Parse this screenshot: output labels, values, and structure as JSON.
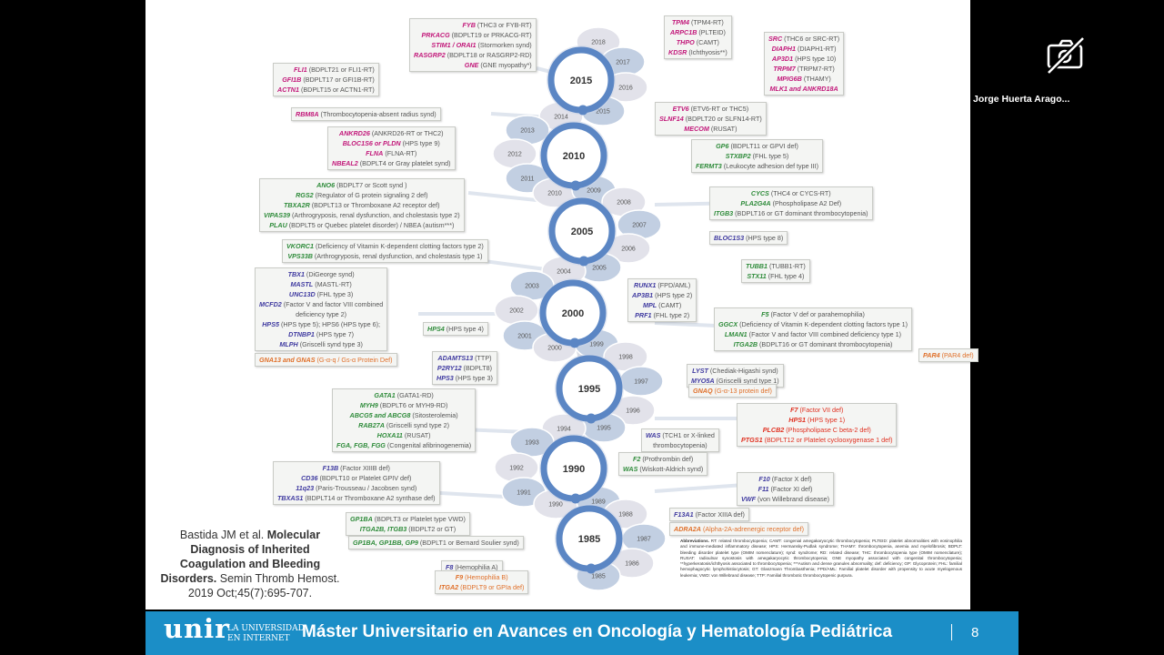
{
  "participant": {
    "name": "Jorge Huerta Arago...",
    "camera_icon": "camera-off-icon"
  },
  "footer": {
    "logo": "unir",
    "logo_sub_1": "LA UNIVERSIDAD",
    "logo_sub_2": "EN INTERNET",
    "title": "Máster Universitario en Avances en Oncología y Hematología Pediátrica",
    "page": "8"
  },
  "citation": {
    "l1a": "Bastida JM et al. ",
    "l1b": "Molecular",
    "l2": "Diagnosis of Inherited",
    "l3": "Coagulation and Bleeding",
    "l4a": "Disorders.",
    "l4b": " Semin Thromb Hemost.",
    "l5": "2019 Oct;45(7):695-707."
  },
  "colors": {
    "pink": "#c2187a",
    "green": "#2e8b3a",
    "blue": "#3f3aa0",
    "orange": "#e0702a",
    "red": "#e03020",
    "footer": "#1b8ec7",
    "node": "#5b86c4",
    "year_bubble": "#b9c8de"
  },
  "timeline": {
    "major": [
      "2015",
      "2010",
      "2005",
      "2000",
      "1995",
      "1990",
      "1985"
    ],
    "minor": [
      "2018",
      "2017",
      "2016",
      "2015",
      "2014",
      "2013",
      "2012",
      "2011",
      "2010",
      "2009",
      "2008",
      "2007",
      "2006",
      "2005",
      "2004",
      "2003",
      "2002",
      "2001",
      "2000",
      "1999",
      "1998",
      "1997",
      "1996",
      "1995",
      "1994",
      "1993",
      "1992",
      "1991",
      "1990",
      "1989",
      "1988",
      "1987",
      "1986",
      "1985"
    ]
  },
  "boxes": [
    {
      "id": "b2015l",
      "color": "pink",
      "align": "r",
      "lines": [
        [
          "FYB",
          " (THC3 or FYB-RT)"
        ],
        [
          "PRKACG",
          " (BDPLT19 or PRKACG-RT)"
        ],
        [
          "STIM1 / ORAI1",
          " (Stormorken synd)"
        ],
        [
          "RASGRP2",
          " (BDPLT18 or RASGRP2-RD)"
        ],
        [
          "GNE",
          " (GNE myopathy*)"
        ]
      ]
    },
    {
      "id": "b2015ll",
      "color": "pink",
      "align": "r",
      "lines": [
        [
          "FLI1",
          " (BDPLT21 or FLI1-RT)"
        ],
        [
          "GFI1B",
          " (BDPLT17 or GFI1B-RT)"
        ],
        [
          "ACTN1",
          " (BDPLT15 or ACTN1-RT)"
        ]
      ]
    },
    {
      "id": "b2015r",
      "color": "pink",
      "align": "c",
      "lines": [
        [
          "TPM4",
          " (TPM4-RT)"
        ],
        [
          "ARPC1B",
          " (PLTEID)"
        ],
        [
          "THPO",
          " (CAMT)"
        ],
        [
          "KDSR",
          " (Ichthyosis**)"
        ]
      ]
    },
    {
      "id": "b2015rr",
      "color": "pink",
      "align": "c",
      "lines": [
        [
          "SRC",
          " (THC6 or SRC-RT)"
        ],
        [
          "DIAPH1",
          " (DIAPH1-RT)"
        ],
        [
          "AP3D1",
          " (HPS type 10)"
        ],
        [
          "TRPM7",
          " (TRPM7-RT)"
        ],
        [
          "MPIG6B",
          " (THAMY)"
        ],
        [
          "MLK1 and ANKRD18A",
          ""
        ]
      ]
    },
    {
      "id": "b2014l",
      "color": "pink",
      "align": "c",
      "lines": [
        [
          "RBM8A",
          " (Thrombocytopenia-absent radius synd)"
        ]
      ]
    },
    {
      "id": "b2014r",
      "color": "pink",
      "align": "c",
      "lines": [
        [
          "ETV6",
          " (ETV6-RT or THC5)"
        ],
        [
          "SLNF14",
          " (BDPLT20 or SLFN14-RT)"
        ],
        [
          "MECOM",
          " (RUSAT)"
        ]
      ]
    },
    {
      "id": "b2010l",
      "color": "pink",
      "align": "c",
      "lines": [
        [
          "ANKRD26",
          " (ANKRD26-RT or THC2)"
        ],
        [
          "BLOC1S6 or PLDN",
          " (HPS type 9)"
        ],
        [
          "FLNA",
          " (FLNA-RT)"
        ],
        [
          "NBEAL2",
          " (BDPLT4 or Gray platelet synd)"
        ]
      ]
    },
    {
      "id": "b2010r",
      "color": "green",
      "align": "c",
      "lines": [
        [
          "GP6",
          " (BDPLT11 or GPVI def)"
        ],
        [
          "STXBP2",
          " (FHL type 5)"
        ],
        [
          "FERMT3",
          " (Leukocyte adhesion def type III)"
        ]
      ]
    },
    {
      "id": "b2008l",
      "color": "green",
      "align": "c",
      "lines": [
        [
          "ANO6",
          " (BDPLT7 or Scott synd )"
        ],
        [
          "RGS2",
          " (Regulator of G protein signaling 2 def)"
        ],
        [
          "TBXA2R",
          " (BDPLT13 or Thromboxane A2 receptor def)"
        ],
        [
          "VIPAS39",
          " (Arthrogryposis, renal dysfunction, and cholestasis type 2)"
        ],
        [
          "PLAU",
          " (BDPLT5 or Quebec platelet disorder) / NBEA (autism***)"
        ]
      ]
    },
    {
      "id": "b2008r",
      "color": "green",
      "align": "c",
      "lines": [
        [
          "CYCS",
          " (THC4 or CYCS-RT)"
        ],
        [
          "PLA2G4A",
          " (Phospholipase A2 Def)"
        ],
        [
          "ITGB3",
          " (BDPLT16 or GT dominant thrombocytopenia)"
        ]
      ]
    },
    {
      "id": "b2005l",
      "color": "green",
      "align": "c",
      "lines": [
        [
          "VKORC1",
          " (Deficiency of Vitamin K-dependent clotting factors type 2)"
        ],
        [
          "VPS33B",
          " (Arthrogryposis, renal dysfunction, and cholestasis type 1)"
        ]
      ]
    },
    {
      "id": "b2006r",
      "color": "blue",
      "align": "c",
      "lines": [
        [
          "BLOC1S3",
          " (HPS type 8)"
        ]
      ]
    },
    {
      "id": "b2004r",
      "color": "green",
      "align": "c",
      "lines": [
        [
          "TUBB1",
          " (TUBB1-RT)"
        ],
        [
          "STX11",
          " (FHL type 4)"
        ]
      ]
    },
    {
      "id": "b2001l",
      "color": "blue",
      "align": "c",
      "lines": [
        [
          "TBX1",
          " (DiGeorge synd)"
        ],
        [
          "MASTL",
          " (MASTL-RT)"
        ],
        [
          "UNC13D",
          " (FHL type 3)"
        ],
        [
          "MCFD2",
          " (Factor V and factor VIII combined"
        ],
        [
          "",
          " deficiency type  2)"
        ],
        [
          "HPS5",
          " (HPS type 5); HPS6 (HPS type 6);"
        ],
        [
          "DTNBP1",
          " (HPS type 7)"
        ],
        [
          "MLPH",
          " (Griscelli synd type 3)"
        ]
      ]
    },
    {
      "id": "b2000l2",
      "color": "orange",
      "align": "c",
      "lines": [
        [
          "GNA13 and GNAS",
          " (G-α-q / Gs-α Protein Def)"
        ]
      ]
    },
    {
      "id": "b2000r",
      "color": "blue",
      "align": "c",
      "lines": [
        [
          "RUNX1",
          " (FPD/AML)"
        ],
        [
          "AP3B1",
          " (HPS type 2)"
        ],
        [
          "MPL",
          " (CAMT)"
        ],
        [
          "PRF1",
          " (FHL type 2)"
        ]
      ]
    },
    {
      "id": "b2000rr",
      "color": "green",
      "align": "c",
      "lines": [
        [
          "F5",
          " (Factor V def or parahemophilia)"
        ],
        [
          "GGCX",
          " (Deficiency of Vitamin K-dependent clotting factors type 1)"
        ],
        [
          "LMAN1",
          " (Factor V and factor VIII combined deficiency type 1)"
        ],
        [
          "ITGA2B",
          " (BDPLT16 or GT dominant thrombocytopenia)"
        ]
      ]
    },
    {
      "id": "b2000rr2",
      "color": "orange",
      "align": "r",
      "lines": [
        [
          "PAR4",
          " (PAR4 def)"
        ]
      ]
    },
    {
      "id": "b1999l",
      "color": "green",
      "align": "c",
      "lines": [
        [
          "HPS4",
          " (HPS type 4)"
        ]
      ]
    },
    {
      "id": "b1997l",
      "color": "blue",
      "align": "c",
      "lines": [
        [
          "ADAMTS13",
          " (TTP)"
        ],
        [
          "P2RY12",
          " (BDPLT8)"
        ],
        [
          "HPS3",
          " (HPS type 3)"
        ]
      ]
    },
    {
      "id": "b1997r",
      "color": "blue",
      "align": "c",
      "lines": [
        [
          "LYST",
          " (Chediak-Higashi synd)"
        ],
        [
          "MYO5A",
          " (Griscelli synd type 1)"
        ]
      ]
    },
    {
      "id": "b1997r2",
      "color": "orange",
      "align": "c",
      "lines": [
        [
          "GNAQ",
          " (G-α-13 protein def)"
        ]
      ]
    },
    {
      "id": "b1994l",
      "color": "green",
      "align": "c",
      "lines": [
        [
          "GATA1",
          " (GATA1-RD)"
        ],
        [
          "MYH9",
          " (BDPLT6 or MYH9-RD)"
        ],
        [
          "ABCG5 and ABCG8",
          " (Sitosterolemia)"
        ],
        [
          "RAB27A",
          " (Griscelli synd type 2)"
        ],
        [
          "HOXA11",
          " (RUSAT)"
        ],
        [
          "FGA, FGB, FGG",
          " (Congenital afibrinogenemia)"
        ]
      ]
    },
    {
      "id": "b1995r",
      "color": "red",
      "align": "c",
      "lines": [
        [
          "F7",
          " (Factor VII def)"
        ],
        [
          "HPS1",
          " (HPS type 1)"
        ],
        [
          "PLCB2",
          " (Phospholipase C beta-2 def)"
        ],
        [
          "PTGS1",
          " (BDPLT12 or Platelet cyclooxygenase 1 def)"
        ]
      ]
    },
    {
      "id": "b1994r",
      "color": "blue",
      "align": "c",
      "lines": [
        [
          "WAS",
          " (TCH1 or X-linked"
        ],
        [
          "",
          " thrombocytopenia)"
        ]
      ]
    },
    {
      "id": "b1992r",
      "color": "green",
      "align": "c",
      "lines": [
        [
          "F2",
          " (Prothrombin def)"
        ],
        [
          "WAS",
          " (Wiskott-Aldrich synd)"
        ]
      ]
    },
    {
      "id": "b1990l",
      "color": "blue",
      "align": "c",
      "lines": [
        [
          "F13B",
          " (Factor XIIIB def)"
        ],
        [
          "CD36",
          " (BDPLT10 or Platelet GPIV def)"
        ],
        [
          "11q23",
          " (Paris-Trousseau / Jacobsen synd)"
        ],
        [
          "TBXAS1",
          " (BDPLT14 or Thromboxane A2 synthase def)"
        ]
      ]
    },
    {
      "id": "b1990r",
      "color": "blue",
      "align": "c",
      "lines": [
        [
          "F10",
          " (Factor X def)"
        ],
        [
          "F11",
          " (Factor XI def)"
        ],
        [
          "VWF",
          " (von Willebrand disease)"
        ]
      ]
    },
    {
      "id": "b1988l",
      "color": "green",
      "align": "c",
      "lines": [
        [
          "GP1BA",
          " (BDPLT3 or Platelet type VWD)"
        ],
        [
          "ITGA2B, ITGB3",
          " (BDPLT2 or GT)"
        ]
      ]
    },
    {
      "id": "b1988r",
      "color": "blue",
      "align": "c",
      "lines": [
        [
          "F13A1",
          " (Factor XIIIA def)"
        ]
      ]
    },
    {
      "id": "b1987r",
      "color": "orange",
      "align": "c",
      "lines": [
        [
          "ADRA2A",
          " (Alpha-2A-adrenergic receptor def)"
        ]
      ]
    },
    {
      "id": "b1986l",
      "color": "green",
      "align": "c",
      "lines": [
        [
          "GP1BA, GP1BB, GP9",
          " (BDPLT1 or Bernard Soulier synd)"
        ]
      ]
    },
    {
      "id": "b1985l",
      "color": "blue",
      "align": "c",
      "lines": [
        [
          "F8",
          " (Hemophilia A)"
        ]
      ]
    },
    {
      "id": "b1985l2",
      "color": "orange",
      "align": "c",
      "lines": [
        [
          "F9",
          " (Hemophilia B)"
        ],
        [
          "ITGA2",
          " (BDPLT9 or GPIa def)"
        ]
      ]
    }
  ],
  "abbrev": {
    "head": "Abbreviations.",
    "text": " RT: related thrombocytopenia; CAMT: congenial amegakaryocytic thrombocytopenia; PLTEID: platelet abnormalities with eosinophilia and immune-mediated inflammatory disease; HPS: Hermansky-Pudlak syndrome; THAMY: thrombocytopenia, anemia and myelofibrosis; BDPLT: bleeding disorder platelet type (OMIM nomenclature); synd: syndrome; RD: related disease; THC: thrombocytopenia type (OMIM nomenclature); RUSAT: radioulnar synostosis with amegakaryocytic thrombocytopenia; GNE myopathy associated with congenital thrombocytopenia; **hyperkeratosis/ichthyosis associated to thrombocytopenia; ***Autism and dense granules abnormality; def: deficiency; GP: Glycoprotein; FHL: familial hemophagocytic lymphohistiocytosis; GT: Glanzmann Thrombasthenia; FPD/AML: Familial platelet disorder with propensity to acute myelogenous leukemia; VWD: von Willebrand disease; TTP: Familial thrombotic thrombocytopenic purpura."
  }
}
